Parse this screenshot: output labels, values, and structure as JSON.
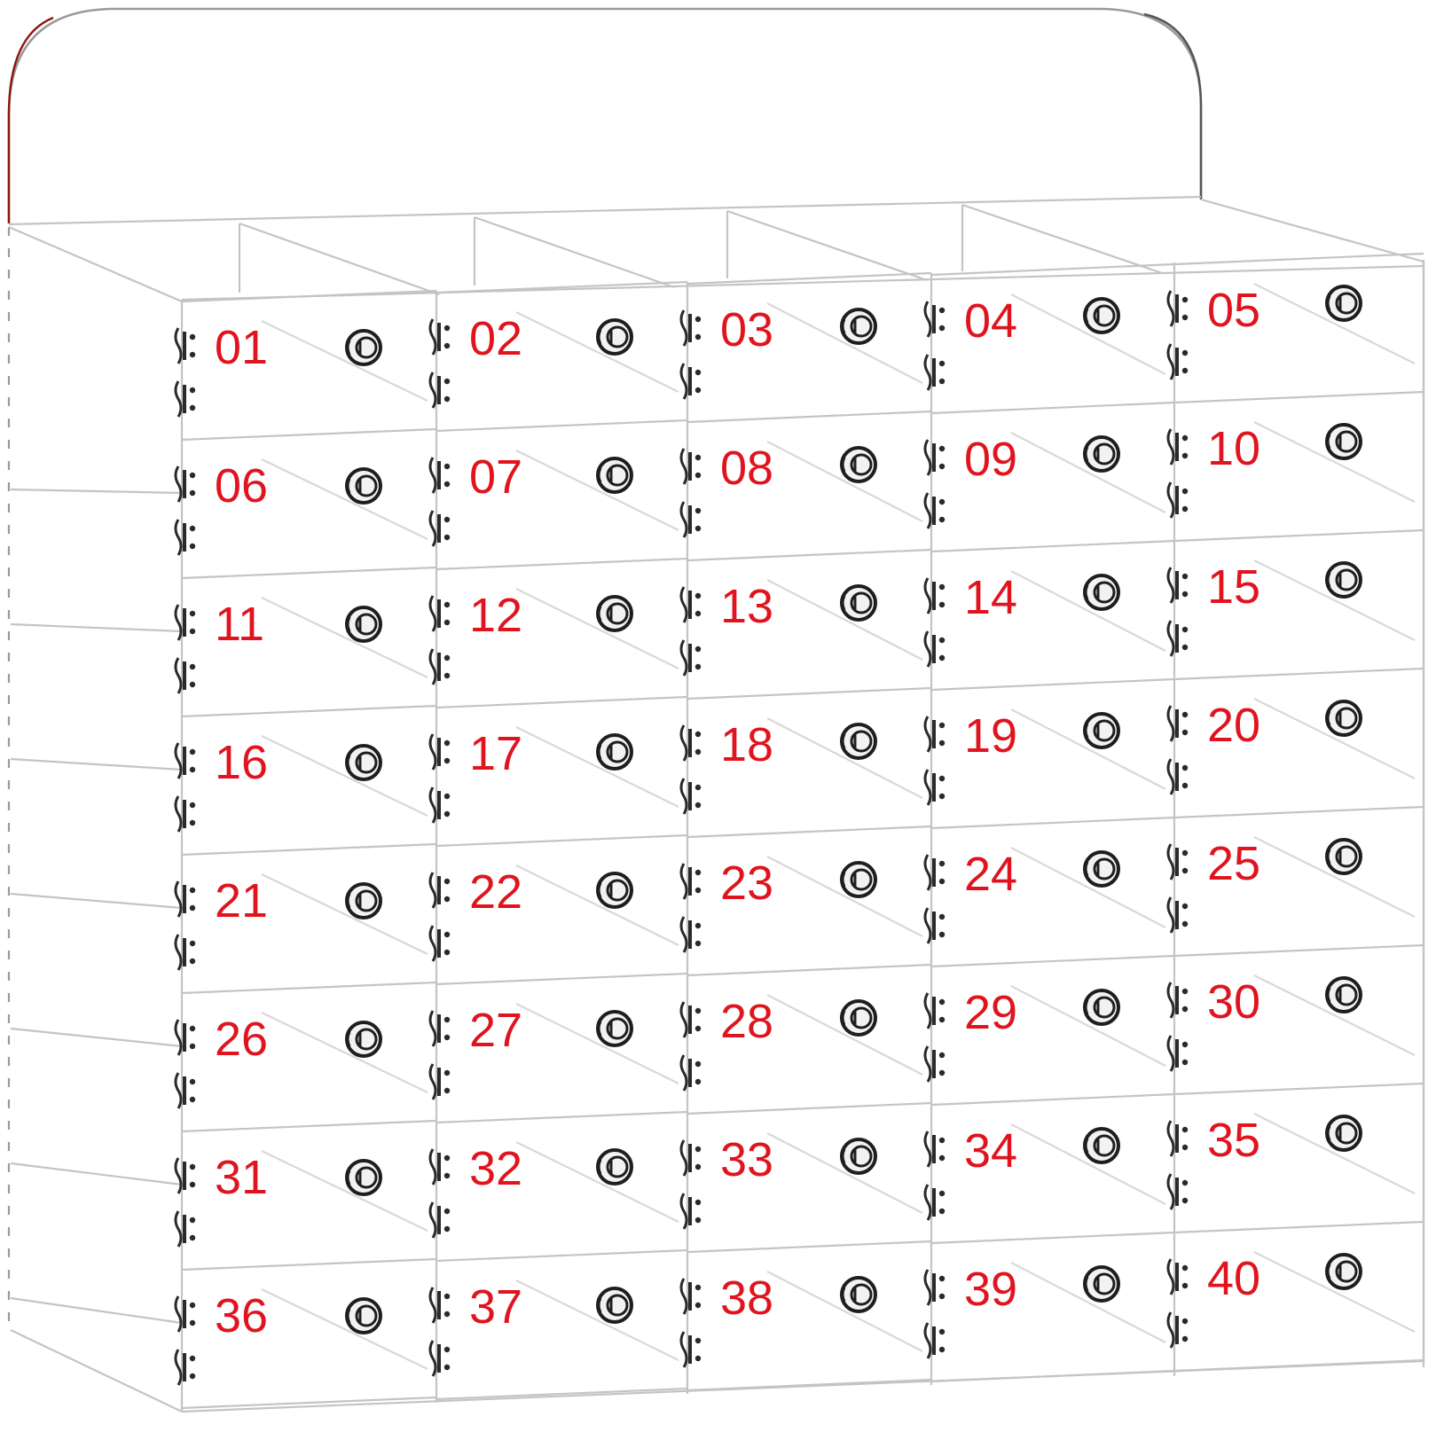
{
  "product": {
    "name": "acrylic-locker-cabinet",
    "layout": {
      "rows": 8,
      "columns": 5
    },
    "colors": {
      "number_text": "#e0141e",
      "frame_line": "#c4c4c4",
      "frame_dash": "#9a9a9a",
      "handle_line": "#9a9a9a",
      "handle_accent": "#8a1a10",
      "hinge": "#2a2a2a",
      "lock": "#1e1e1e",
      "background": "#ffffff"
    }
  },
  "lockers": [
    {
      "number": "01"
    },
    {
      "number": "02"
    },
    {
      "number": "03"
    },
    {
      "number": "04"
    },
    {
      "number": "05"
    },
    {
      "number": "06"
    },
    {
      "number": "07"
    },
    {
      "number": "08"
    },
    {
      "number": "09"
    },
    {
      "number": "10"
    },
    {
      "number": "11"
    },
    {
      "number": "12"
    },
    {
      "number": "13"
    },
    {
      "number": "14"
    },
    {
      "number": "15"
    },
    {
      "number": "16"
    },
    {
      "number": "17"
    },
    {
      "number": "18"
    },
    {
      "number": "19"
    },
    {
      "number": "20"
    },
    {
      "number": "21"
    },
    {
      "number": "22"
    },
    {
      "number": "23"
    },
    {
      "number": "24"
    },
    {
      "number": "25"
    },
    {
      "number": "26"
    },
    {
      "number": "27"
    },
    {
      "number": "28"
    },
    {
      "number": "29"
    },
    {
      "number": "30"
    },
    {
      "number": "31"
    },
    {
      "number": "32"
    },
    {
      "number": "33"
    },
    {
      "number": "34"
    },
    {
      "number": "35"
    },
    {
      "number": "36"
    },
    {
      "number": "37"
    },
    {
      "number": "38"
    },
    {
      "number": "39"
    },
    {
      "number": "40"
    }
  ]
}
